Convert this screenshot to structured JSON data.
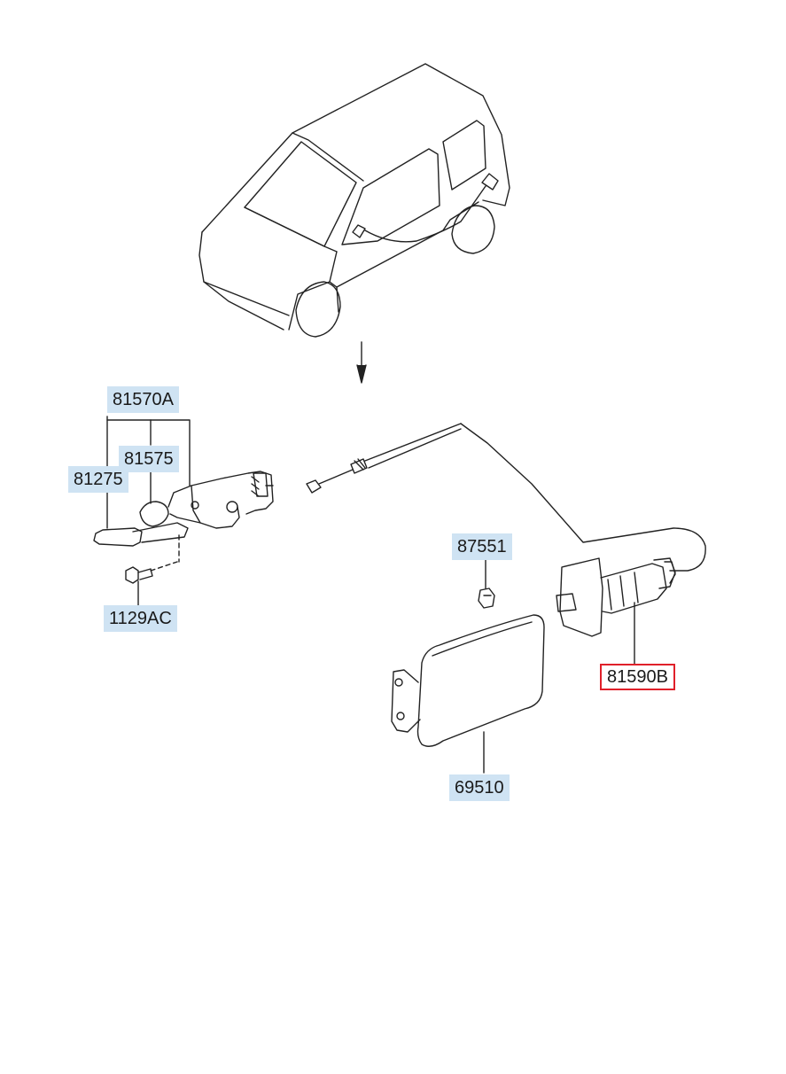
{
  "diagram": {
    "labels": {
      "l81570A": "81570A",
      "l81575": "81575",
      "l81275": "81275",
      "l1129AC": "1129AC",
      "l87551": "87551",
      "l81590B": "81590B",
      "l69510": "69510"
    },
    "selected_part": "81590B",
    "colors": {
      "label_bg": "#cfe3f3",
      "selected_border": "#e0202a",
      "line": "#222222"
    }
  }
}
